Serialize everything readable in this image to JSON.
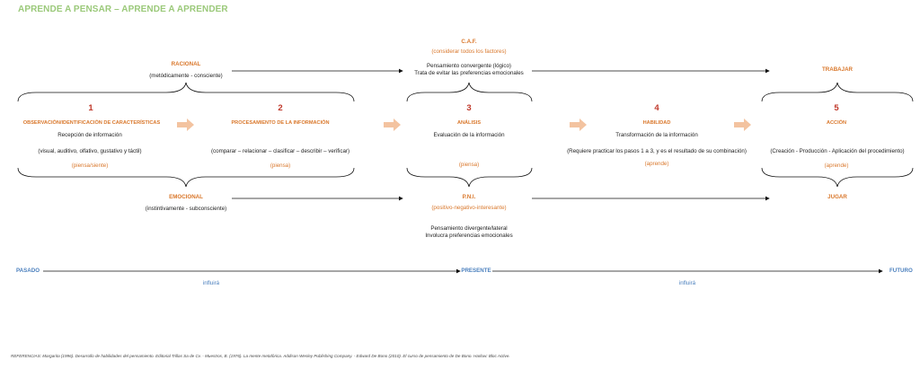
{
  "header": {
    "title": "APRENDE A PENSAR – APRENDE A APRENDER"
  },
  "top": {
    "racional": {
      "label": "RACIONAL",
      "desc": "(metódicamente - consciente)"
    },
    "caf": {
      "label": "C.A.F.",
      "sub": "(considerar todos los factores)",
      "line1": "Pensamiento convergente  (lógico)",
      "line2": "Trata de evitar las preferencias emocionales"
    },
    "trabajar": "TRABAJAR"
  },
  "steps": [
    {
      "number": "1",
      "title": "OBSERVACIÓN/IDENTIFICACIÓN  DE CARACTERÍSTICAS",
      "line1": "Recepción de información",
      "line2": "(visual, auditivo, olfativo, gustativo y táctil)",
      "tag": "(piensa/siente)"
    },
    {
      "number": "2",
      "title": "PROCESAMIENTO  DE LA INFORMACIÓN",
      "line1": "",
      "line2": "(comparar – relacionar – clasificar – describir – verificar)",
      "tag": "(piensa)"
    },
    {
      "number": "3",
      "title": "ANÁLISIS",
      "line1": "Evaluación de la información",
      "line2": "",
      "tag": "(piensa)"
    },
    {
      "number": "4",
      "title": "HABILIDAD",
      "line1": "Transformación de la información",
      "line2": "(Requiere practicar los pasos 1 a 3, y es el resultado de su combinación)",
      "tag": "(aprende)"
    },
    {
      "number": "5",
      "title": "ACCIÓN",
      "line1": "",
      "line2": "(Creación - Producción - Aplicación del procedimiento)",
      "tag": "(aprende)"
    }
  ],
  "bottom": {
    "emocional": {
      "label": "EMOCIONAL",
      "desc": "(instintivamente - subconsciente)"
    },
    "pni": {
      "label": "P.N.I.",
      "sub": "(positivo-negativo-interesante)",
      "line1": "Pensamiento divergente/lateral",
      "line2": "Involucra preferencias emocionales"
    },
    "jugar": "JUGAR"
  },
  "timeline": {
    "pasado": "PASADO",
    "presente": "PRESENTE",
    "futuro": "FUTURO",
    "influye1": "influirá",
    "influye2": "influirá"
  },
  "references": "REFERENCIAS: Margarita (1996). Desarrollo de habilidades del pensamiento. Editorial Trillas Sa de Cv. - Muestros, B. (1976). La mente metafórica. Addison Wesley Publishing Company. - Edward De Bono (2010). El curso de pensamiento de De Bono. Harlow: Bloc Active.",
  "colors": {
    "title": "#9bc97a",
    "orange": "#d9772b",
    "red": "#c0392b",
    "blue": "#4a7fbd",
    "arrow_block": "#f3c3a0"
  }
}
